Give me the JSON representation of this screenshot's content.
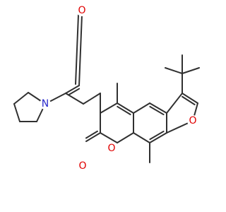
{
  "atoms": [
    {
      "id": "O_keto",
      "symbol": "O",
      "color": "#e00000"
    },
    {
      "id": "N_pyrrolidine",
      "symbol": "N",
      "color": "#2a2acc"
    },
    {
      "id": "O_lactone_carbonyl",
      "symbol": "O",
      "color": "#e00000"
    },
    {
      "id": "O_pyran_ring",
      "symbol": "O",
      "color": "#e00000"
    },
    {
      "id": "O_furan_ring",
      "symbol": "O",
      "color": "#e00000"
    }
  ],
  "bond_color": "#303030",
  "background_color": "#ffffff"
}
